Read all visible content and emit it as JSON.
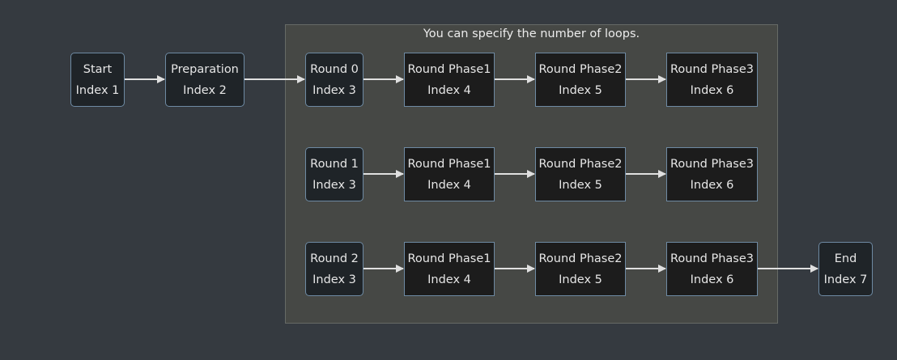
{
  "group": {
    "caption": "You can specify the number of loops."
  },
  "nodes": {
    "start": {
      "title": "Start",
      "index": "Index 1"
    },
    "preparation": {
      "title": "Preparation",
      "index": "Index 2"
    },
    "loop0": {
      "round": {
        "title": "Round 0",
        "index": "Index 3"
      },
      "phase1": {
        "title": "Round Phase1",
        "index": "Index 4"
      },
      "phase2": {
        "title": "Round Phase2",
        "index": "Index 5"
      },
      "phase3": {
        "title": "Round Phase3",
        "index": "Index 6"
      }
    },
    "loop1": {
      "round": {
        "title": "Round 1",
        "index": "Index 3"
      },
      "phase1": {
        "title": "Round Phase1",
        "index": "Index 4"
      },
      "phase2": {
        "title": "Round Phase2",
        "index": "Index 5"
      },
      "phase3": {
        "title": "Round Phase3",
        "index": "Index 6"
      }
    },
    "loop2": {
      "round": {
        "title": "Round 2",
        "index": "Index 3"
      },
      "phase1": {
        "title": "Round Phase1",
        "index": "Index 4"
      },
      "phase2": {
        "title": "Round Phase2",
        "index": "Index 5"
      },
      "phase3": {
        "title": "Round Phase3",
        "index": "Index 6"
      }
    },
    "end": {
      "title": "End",
      "index": "Index 7"
    }
  },
  "colors": {
    "background": "#353a40",
    "group_fill": "#464845",
    "node_fill": "#1f2428",
    "node_border": "#6e8aa3",
    "edge": "#e0e0e0",
    "text": "#e6e6e6"
  }
}
